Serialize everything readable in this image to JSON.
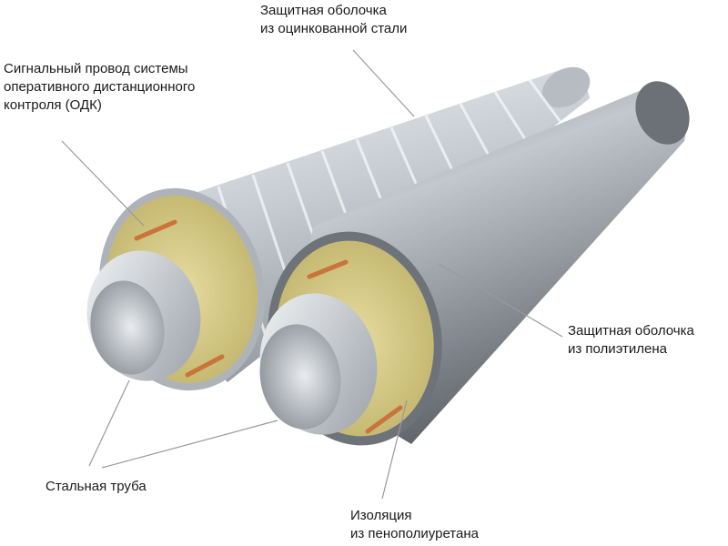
{
  "labels": {
    "galvanized_shell": [
      "Защитная оболочка",
      "из оцинкованной стали"
    ],
    "signal_wire": [
      "Сигнальный провод системы",
      "оперативного дистанционного",
      "контроля (ОДК)"
    ],
    "pe_shell": [
      "Защитная оболочка",
      "из полиэтилена"
    ],
    "steel_pipe": [
      "Стальная труба"
    ],
    "insulation": [
      "Изоляция",
      "из пенополиуретана"
    ]
  },
  "colors": {
    "foam": "#d8cd8a",
    "copper": "#c8743a",
    "galvanized": "#c9ced4",
    "polyethylene": "#7d8288",
    "steel": "#b9bec4",
    "leader": "#9a9a9a",
    "text": "#1a1a1a"
  }
}
